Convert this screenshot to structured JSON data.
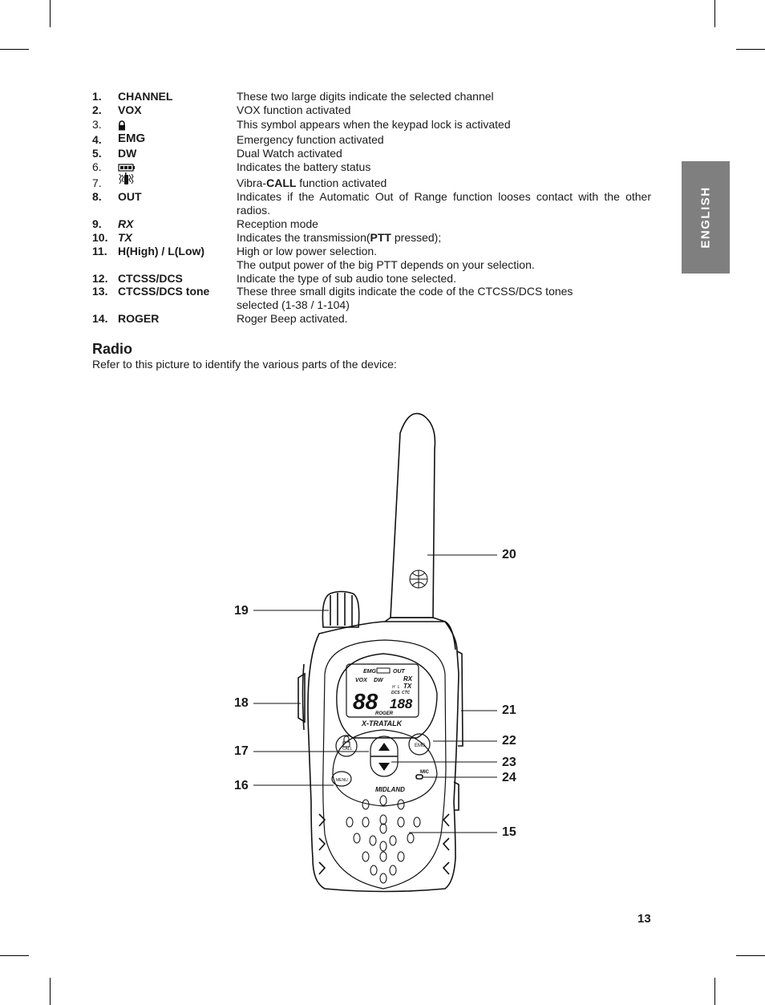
{
  "side_tab": "ENGLISH",
  "list": [
    {
      "num": "1.",
      "term": "CHANNEL",
      "desc": "These two large digits indicate the selected channel"
    },
    {
      "num": "2.",
      "term": "VOX",
      "desc": "VOX function activated"
    },
    {
      "num": "3.",
      "term": "",
      "term_icon": "lock-icon",
      "desc": "This symbol appears when the keypad lock is activated"
    },
    {
      "num": "4.",
      "term": "EMG",
      "desc": "Emergency function activated"
    },
    {
      "num": "5.",
      "term": "DW",
      "desc": "Dual Watch activated"
    },
    {
      "num": "6.",
      "term": "",
      "term_icon": "battery-icon",
      "desc": "Indicates the battery status"
    },
    {
      "num": "7.",
      "term": "",
      "term_icon": "vibra-call-icon",
      "desc_pre": "Vibra-",
      "desc_bold": "CALL",
      "desc_post": " function activated"
    },
    {
      "num": "8.",
      "term": "OUT",
      "desc_line1": "Indicates if the Automatic Out of Range function looses contact with the other",
      "desc_line2": "radios."
    },
    {
      "num": "9.",
      "term": "RX",
      "desc": "Reception mode"
    },
    {
      "num": "10.",
      "term": "TX",
      "desc_pre": "Indicates the transmission(",
      "desc_bold": "PTT",
      "desc_post": " pressed);"
    },
    {
      "num": "11.",
      "term": "H(High) / L(Low)",
      "desc_line1": "High or low power selection.",
      "desc_line2": "The output power of the big PTT depends on your selection."
    },
    {
      "num": "12.",
      "term": "CTCSS/DCS",
      "desc": "Indicate the type of sub audio tone selected."
    },
    {
      "num": "13.",
      "term": "CTCSS/DCS tone",
      "desc_line1": "These three small digits indicate the code of the CTCSS/DCS tones",
      "desc_line2": "selected (1-38 / 1-104)"
    },
    {
      "num": "14.",
      "term": "ROGER",
      "desc": "Roger Beep activated."
    }
  ],
  "section_title": "Radio",
  "section_intro": "Refer to this picture to identify the various parts of the device:",
  "callouts": [
    "20",
    "19",
    "18",
    "21",
    "22",
    "17",
    "23",
    "24",
    "16",
    "15"
  ],
  "device_labels": {
    "emg": "EMG",
    "out": "OUT",
    "vox": "VOX",
    "dw": "DW",
    "rx": "RX",
    "tx": "TX",
    "h": "H",
    "l": "L",
    "dcs": "DCS",
    "ctc": "CTC",
    "digits": "88",
    "tone_digits": "188",
    "roger": "ROGER",
    "model": "X-TRATALK",
    "call": "CALL",
    "emg_btn": "EMG",
    "menu": "MENU",
    "mic": "MIC",
    "brand": "MIDLAND"
  },
  "page_number": "13"
}
